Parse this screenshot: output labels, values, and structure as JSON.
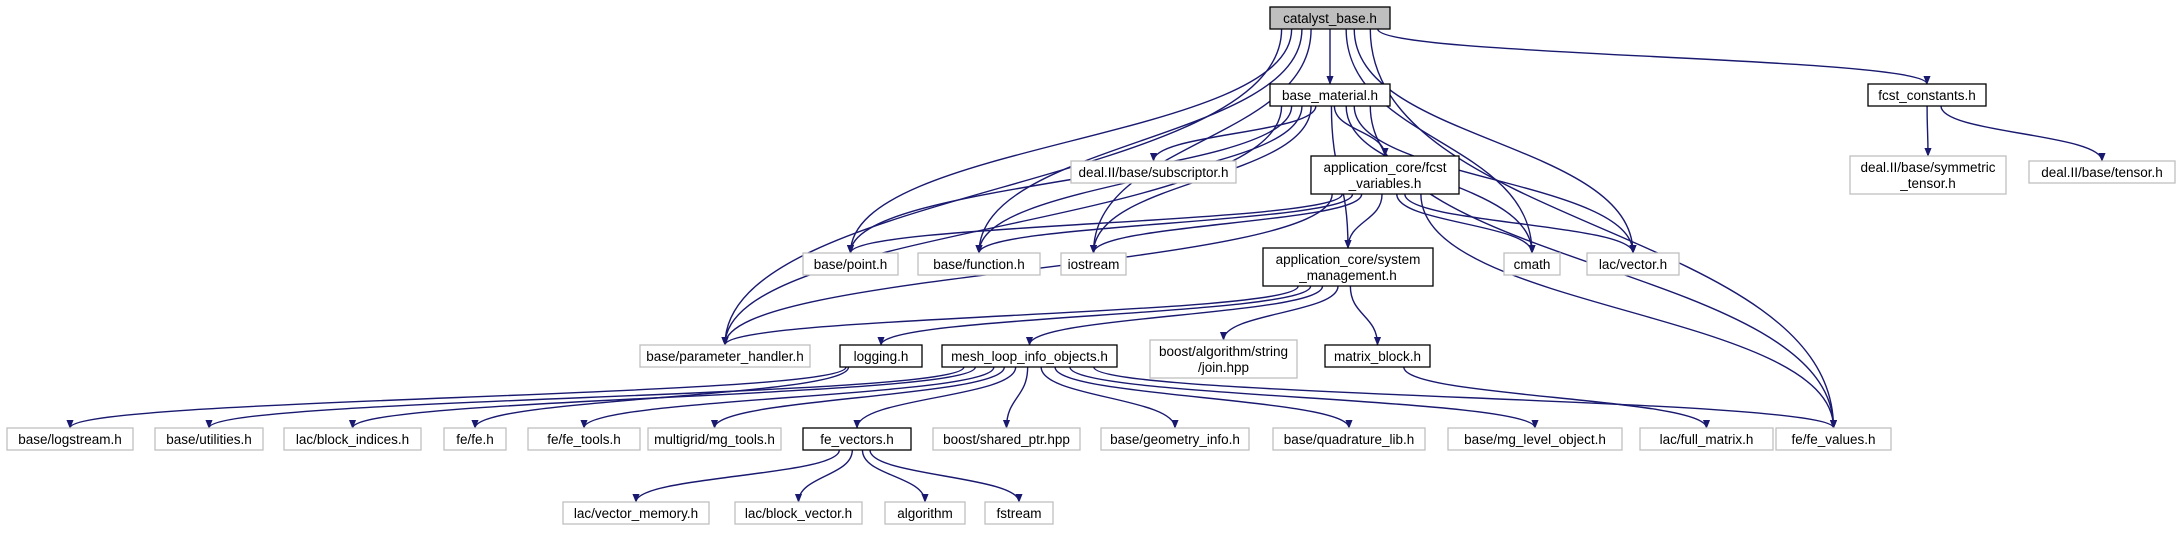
{
  "colors": {
    "edge": "#191970",
    "root_fill": "#bfbfbf",
    "documented_border": "#000000",
    "external_border": "#bfbfbf"
  },
  "nodes": [
    {
      "id": "catalyst_base",
      "lines": [
        "catalyst_base.h"
      ],
      "kind": "root"
    },
    {
      "id": "base_material",
      "lines": [
        "base_material.h"
      ],
      "kind": "documented"
    },
    {
      "id": "fcst_constants",
      "lines": [
        "fcst_constants.h"
      ],
      "kind": "documented"
    },
    {
      "id": "deal_subscriptor",
      "lines": [
        "deal.II/base/subscriptor.h"
      ],
      "kind": "external"
    },
    {
      "id": "app_fcst_variables",
      "lines": [
        "application_core/fcst",
        "_variables.h"
      ],
      "kind": "documented"
    },
    {
      "id": "deal_symmetric_tensor",
      "lines": [
        "deal.II/base/symmetric",
        "_tensor.h"
      ],
      "kind": "external"
    },
    {
      "id": "deal_tensor",
      "lines": [
        "deal.II/base/tensor.h"
      ],
      "kind": "external"
    },
    {
      "id": "base_point",
      "lines": [
        "base/point.h"
      ],
      "kind": "external"
    },
    {
      "id": "base_function",
      "lines": [
        "base/function.h"
      ],
      "kind": "external"
    },
    {
      "id": "iostream",
      "lines": [
        "iostream"
      ],
      "kind": "external"
    },
    {
      "id": "app_system_management",
      "lines": [
        "application_core/system",
        "_management.h"
      ],
      "kind": "documented"
    },
    {
      "id": "cmath",
      "lines": [
        "cmath"
      ],
      "kind": "external"
    },
    {
      "id": "lac_vector",
      "lines": [
        "lac/vector.h"
      ],
      "kind": "external"
    },
    {
      "id": "base_parameter_handler",
      "lines": [
        "base/parameter_handler.h"
      ],
      "kind": "external"
    },
    {
      "id": "logging",
      "lines": [
        "logging.h"
      ],
      "kind": "documented"
    },
    {
      "id": "mesh_loop_info_objects",
      "lines": [
        "mesh_loop_info_objects.h"
      ],
      "kind": "documented"
    },
    {
      "id": "boost_join",
      "lines": [
        "boost/algorithm/string",
        "/join.hpp"
      ],
      "kind": "external"
    },
    {
      "id": "matrix_block",
      "lines": [
        "matrix_block.h"
      ],
      "kind": "documented"
    },
    {
      "id": "base_logstream",
      "lines": [
        "base/logstream.h"
      ],
      "kind": "external"
    },
    {
      "id": "base_utilities",
      "lines": [
        "base/utilities.h"
      ],
      "kind": "external"
    },
    {
      "id": "lac_block_indices",
      "lines": [
        "lac/block_indices.h"
      ],
      "kind": "external"
    },
    {
      "id": "fe_fe",
      "lines": [
        "fe/fe.h"
      ],
      "kind": "external"
    },
    {
      "id": "fe_fe_tools",
      "lines": [
        "fe/fe_tools.h"
      ],
      "kind": "external"
    },
    {
      "id": "multigrid_mg_tools",
      "lines": [
        "multigrid/mg_tools.h"
      ],
      "kind": "external"
    },
    {
      "id": "fe_vectors",
      "lines": [
        "fe_vectors.h"
      ],
      "kind": "documented"
    },
    {
      "id": "boost_shared_ptr",
      "lines": [
        "boost/shared_ptr.hpp"
      ],
      "kind": "external"
    },
    {
      "id": "base_geometry_info",
      "lines": [
        "base/geometry_info.h"
      ],
      "kind": "external"
    },
    {
      "id": "base_quadrature_lib",
      "lines": [
        "base/quadrature_lib.h"
      ],
      "kind": "external"
    },
    {
      "id": "base_mg_level_object",
      "lines": [
        "base/mg_level_object.h"
      ],
      "kind": "external"
    },
    {
      "id": "lac_full_matrix",
      "lines": [
        "lac/full_matrix.h"
      ],
      "kind": "external"
    },
    {
      "id": "fe_fe_values",
      "lines": [
        "fe/fe_values.h"
      ],
      "kind": "external"
    },
    {
      "id": "lac_vector_memory",
      "lines": [
        "lac/vector_memory.h"
      ],
      "kind": "external"
    },
    {
      "id": "lac_block_vector",
      "lines": [
        "lac/block_vector.h"
      ],
      "kind": "external"
    },
    {
      "id": "algorithm",
      "lines": [
        "algorithm"
      ],
      "kind": "external"
    },
    {
      "id": "fstream",
      "lines": [
        "fstream"
      ],
      "kind": "external"
    }
  ],
  "edges": [
    {
      "from": "catalyst_base",
      "to": "base_material"
    },
    {
      "from": "catalyst_base",
      "to": "fcst_constants"
    },
    {
      "from": "catalyst_base",
      "to": "base_point"
    },
    {
      "from": "catalyst_base",
      "to": "base_function"
    },
    {
      "from": "catalyst_base",
      "to": "iostream"
    },
    {
      "from": "catalyst_base",
      "to": "cmath"
    },
    {
      "from": "catalyst_base",
      "to": "lac_vector"
    },
    {
      "from": "catalyst_base",
      "to": "base_parameter_handler"
    },
    {
      "from": "catalyst_base",
      "to": "fe_fe_values"
    },
    {
      "from": "base_material",
      "to": "deal_subscriptor"
    },
    {
      "from": "base_material",
      "to": "app_fcst_variables"
    },
    {
      "from": "base_material",
      "to": "base_point"
    },
    {
      "from": "base_material",
      "to": "base_function"
    },
    {
      "from": "base_material",
      "to": "iostream"
    },
    {
      "from": "base_material",
      "to": "cmath"
    },
    {
      "from": "base_material",
      "to": "lac_vector"
    },
    {
      "from": "base_material",
      "to": "base_parameter_handler"
    },
    {
      "from": "base_material",
      "to": "app_system_management"
    },
    {
      "from": "base_material",
      "to": "fe_fe_values"
    },
    {
      "from": "fcst_constants",
      "to": "deal_symmetric_tensor"
    },
    {
      "from": "fcst_constants",
      "to": "deal_tensor"
    },
    {
      "from": "app_fcst_variables",
      "to": "base_point"
    },
    {
      "from": "app_fcst_variables",
      "to": "base_function"
    },
    {
      "from": "app_fcst_variables",
      "to": "iostream"
    },
    {
      "from": "app_fcst_variables",
      "to": "app_system_management"
    },
    {
      "from": "app_fcst_variables",
      "to": "cmath"
    },
    {
      "from": "app_fcst_variables",
      "to": "lac_vector"
    },
    {
      "from": "app_fcst_variables",
      "to": "base_parameter_handler"
    },
    {
      "from": "app_fcst_variables",
      "to": "fe_fe_values"
    },
    {
      "from": "app_system_management",
      "to": "base_parameter_handler"
    },
    {
      "from": "app_system_management",
      "to": "logging"
    },
    {
      "from": "app_system_management",
      "to": "mesh_loop_info_objects"
    },
    {
      "from": "app_system_management",
      "to": "boost_join"
    },
    {
      "from": "app_system_management",
      "to": "matrix_block"
    },
    {
      "from": "logging",
      "to": "base_logstream"
    },
    {
      "from": "logging",
      "to": "fe_fe"
    },
    {
      "from": "mesh_loop_info_objects",
      "to": "base_utilities"
    },
    {
      "from": "mesh_loop_info_objects",
      "to": "lac_block_indices"
    },
    {
      "from": "mesh_loop_info_objects",
      "to": "fe_fe_tools"
    },
    {
      "from": "mesh_loop_info_objects",
      "to": "multigrid_mg_tools"
    },
    {
      "from": "mesh_loop_info_objects",
      "to": "fe_vectors"
    },
    {
      "from": "mesh_loop_info_objects",
      "to": "boost_shared_ptr"
    },
    {
      "from": "mesh_loop_info_objects",
      "to": "base_geometry_info"
    },
    {
      "from": "mesh_loop_info_objects",
      "to": "base_quadrature_lib"
    },
    {
      "from": "mesh_loop_info_objects",
      "to": "base_mg_level_object"
    },
    {
      "from": "mesh_loop_info_objects",
      "to": "fe_fe_values"
    },
    {
      "from": "matrix_block",
      "to": "lac_full_matrix"
    },
    {
      "from": "fe_vectors",
      "to": "lac_vector_memory"
    },
    {
      "from": "fe_vectors",
      "to": "lac_block_vector"
    },
    {
      "from": "fe_vectors",
      "to": "algorithm"
    },
    {
      "from": "fe_vectors",
      "to": "fstream"
    }
  ]
}
